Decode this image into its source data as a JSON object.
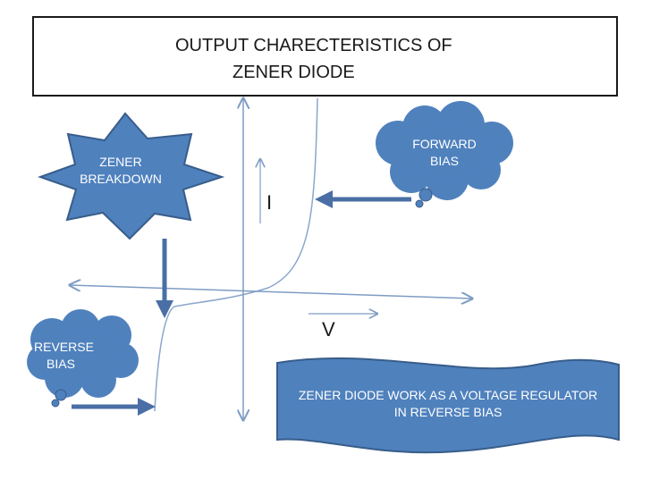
{
  "title": {
    "line1": "OUTPUT CHARECTERISTICS OF",
    "line2": "ZENER  DIODE"
  },
  "axes": {
    "current_label": "I",
    "voltage_label": "V"
  },
  "callouts": {
    "zener_breakdown": {
      "line1": "ZENER",
      "line2": "BREAKDOWN"
    },
    "forward_bias": {
      "line1": "FORWARD",
      "line2": "BIAS"
    },
    "reverse_bias": {
      "line1": "REVERSE",
      "line2": "BIAS"
    },
    "regulator_note": {
      "line1": "ZENER DIODE WORK AS A VOLTAGE REGULATOR",
      "line2": "IN REVERSE BIAS"
    }
  },
  "colors": {
    "shape_fill": "#4f81bd",
    "shape_stroke": "#385d8a",
    "arrow": "#4a6fa5",
    "axis": "#7f9cc4",
    "curve": "#8ba6cc"
  }
}
